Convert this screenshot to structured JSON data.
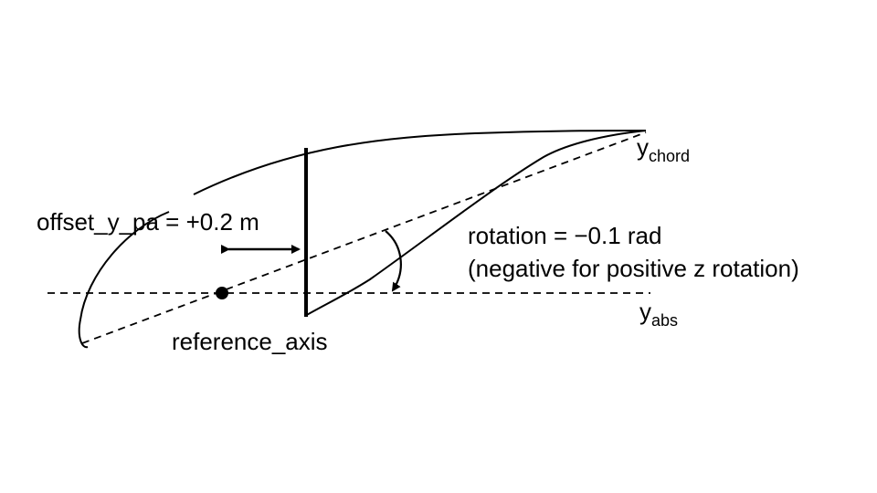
{
  "labels": {
    "offset": "offset_y_pa = +0.2 m",
    "rotation_line1": "rotation = −0.1 rad",
    "rotation_line2": "(negative for positive z rotation)",
    "reference_axis": "reference_axis",
    "y_chord_base": "y",
    "y_chord_sub": "chord",
    "y_abs_base": "y",
    "y_abs_sub": "abs"
  },
  "colors": {
    "stroke": "#000000",
    "background": "#ffffff"
  }
}
